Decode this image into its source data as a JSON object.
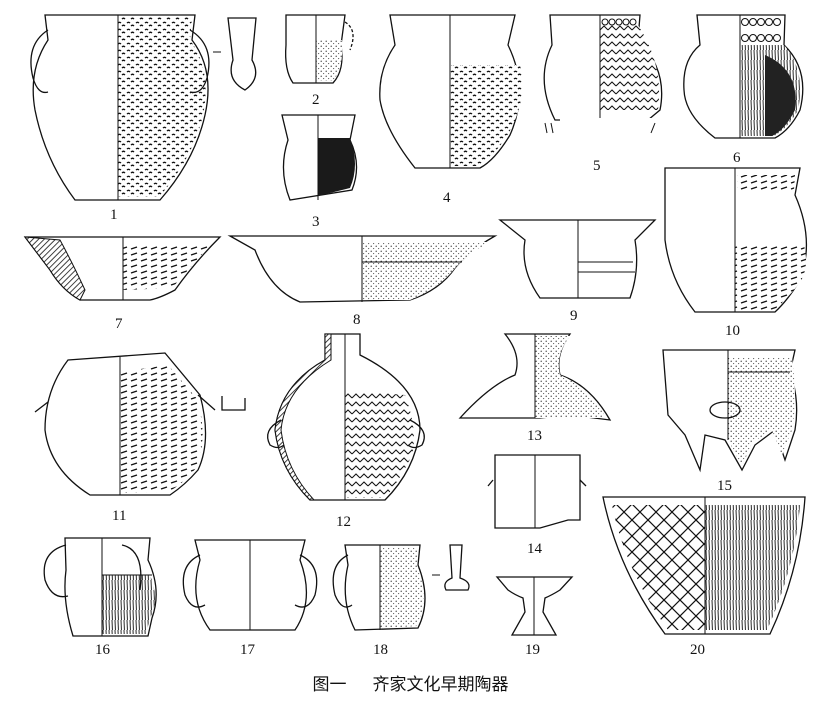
{
  "caption": {
    "label": "图一",
    "title": "齐家文化早期陶器"
  },
  "vessels": [
    {
      "number": "1"
    },
    {
      "number": "2"
    },
    {
      "number": "3"
    },
    {
      "number": "4"
    },
    {
      "number": "5"
    },
    {
      "number": "6"
    },
    {
      "number": "7"
    },
    {
      "number": "8"
    },
    {
      "number": "9"
    },
    {
      "number": "10"
    },
    {
      "number": "11"
    },
    {
      "number": "12"
    },
    {
      "number": "13"
    },
    {
      "number": "14"
    },
    {
      "number": "15"
    },
    {
      "number": "16"
    },
    {
      "number": "17"
    },
    {
      "number": "18"
    },
    {
      "number": "19"
    },
    {
      "number": "20"
    }
  ]
}
